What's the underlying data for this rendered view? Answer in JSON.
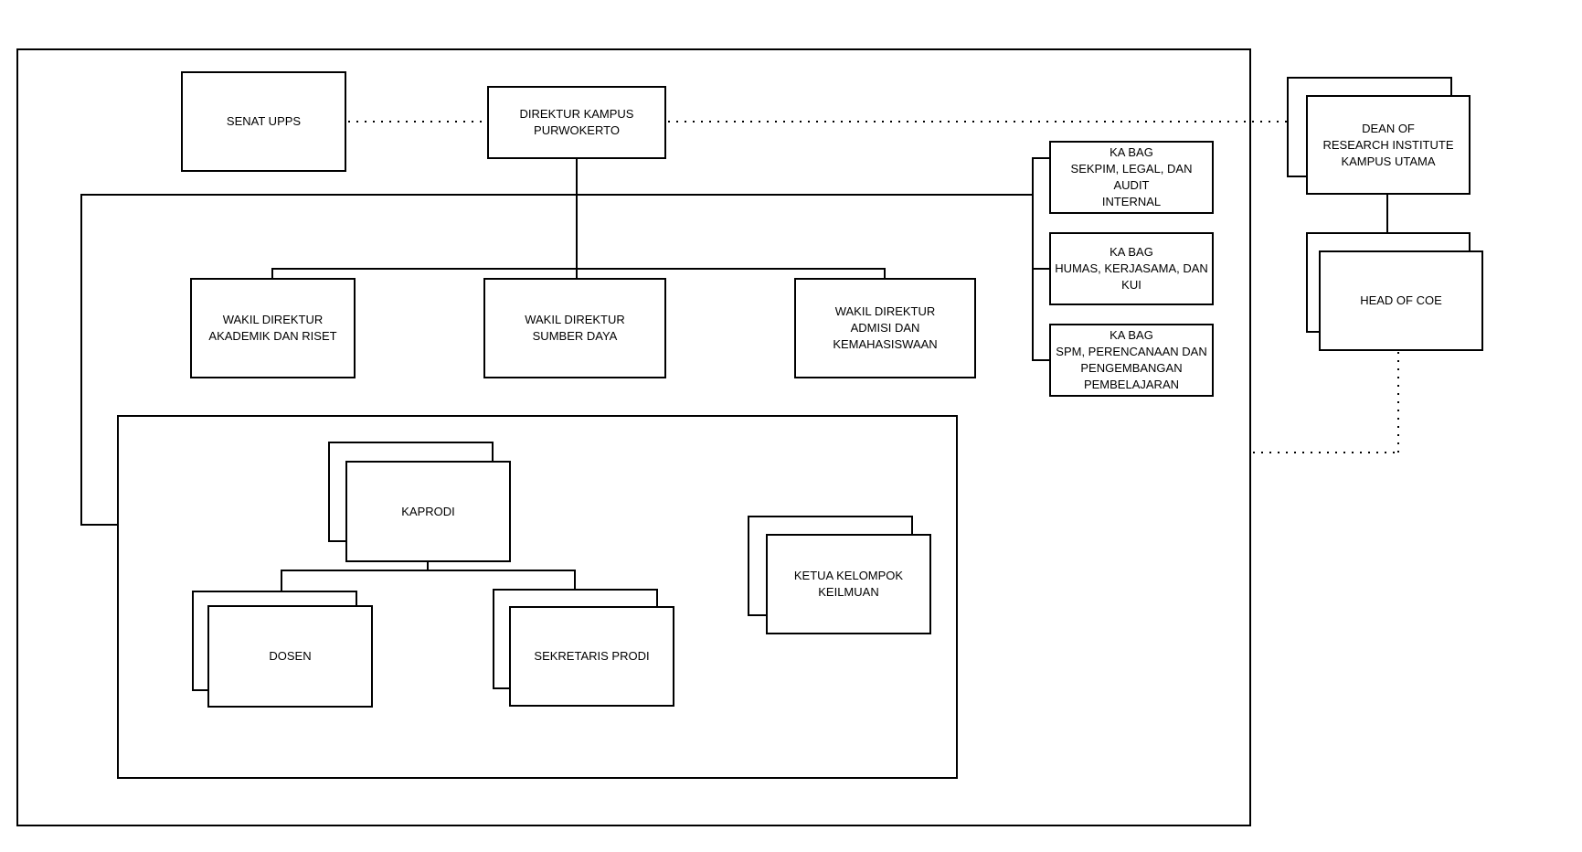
{
  "diagram": {
    "title": "Struktur organisasi kampus (organizational chart)",
    "colors": {
      "background": "#ffffff",
      "box_fill": "#ffffff",
      "stroke": "#000000",
      "text": "#000000"
    },
    "nodes": {
      "senat": {
        "label": "SENAT UPPS"
      },
      "direktur": {
        "label": [
          "DIREKTUR KAMPUS",
          "PURWOKERTO"
        ]
      },
      "dean_research": {
        "label": [
          "DEAN OF",
          "RESEARCH INSTITUTE",
          "KAMPUS UTAMA"
        ]
      },
      "head_coe": {
        "label": "HEAD OF COE"
      },
      "kabag_sekpim": {
        "label": [
          "KA BAG",
          "SEKPIM, LEGAL, DAN AUDIT",
          "INTERNAL"
        ]
      },
      "kabag_humas": {
        "label": [
          "KA BAG",
          "HUMAS, KERJASAMA, DAN",
          "KUI"
        ]
      },
      "kabag_spm": {
        "label": [
          "KA BAG",
          "SPM, PERENCANAAN DAN",
          "PENGEMBANGAN",
          "PEMBELAJARAN"
        ]
      },
      "wadir_akademik": {
        "label": [
          "WAKIL DIREKTUR",
          "AKADEMIK DAN RISET"
        ]
      },
      "wadir_sumber": {
        "label": [
          "WAKIL DIREKTUR",
          "SUMBER DAYA"
        ]
      },
      "wadir_admisi": {
        "label": [
          "WAKIL DIREKTUR",
          "ADMISI DAN KEMAHASISWAAN"
        ]
      },
      "kaprodi": {
        "label": "KAPRODI"
      },
      "dosen": {
        "label": "DOSEN"
      },
      "sekretaris_prodi": {
        "label": "SEKRETARIS PRODI"
      },
      "ketua_kelompok": {
        "label": [
          "KETUA KELOMPOK",
          "KEILMUAN"
        ]
      }
    }
  }
}
